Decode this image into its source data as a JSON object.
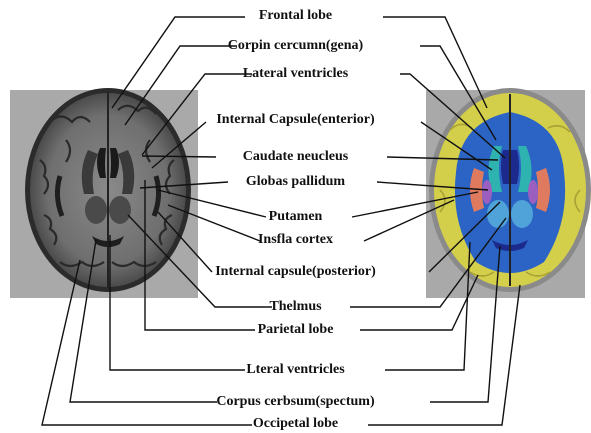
{
  "labels": {
    "frontal_lobe": "Frontal lobe",
    "corpus_callosum_genu": "Corpin cercumn(gena)",
    "lateral_ventricles": "Lateral  ventricles",
    "internal_capsule_anterior": "Internal Capsule(enterior)",
    "caudate_nucleus": "Caudate neucleus",
    "globus_pallidum": "Globas pallidum",
    "putamen": "Putamen",
    "insula_cortex": "Insfla cortex",
    "internal_capsule_posterior": "Internal capsule(posterior)",
    "thalamus": "Thelmus",
    "parietal_lobe": "Parietal lobe",
    "lateral_ventricles_lower": "Lteral ventricles",
    "corpus_callosum_splenium": "Corpus cerbsum(spectum)",
    "occipital_lobe": "Occipetal lobe"
  },
  "colors": {
    "gray_band": "#a9a9a9",
    "label_panel": "#ffffff",
    "leader_line": "#111111",
    "segmentation_gray_matter": "#d4cf4a",
    "segmentation_white_matter": "#2b64c4",
    "segmentation_ventricles": "#1b2a8c",
    "segmentation_caudate": "#2fb3b0",
    "segmentation_putamen": "#e07a5f",
    "segmentation_thalamus": "#4fa3d9",
    "segmentation_pallidum": "#9b5fc0"
  }
}
